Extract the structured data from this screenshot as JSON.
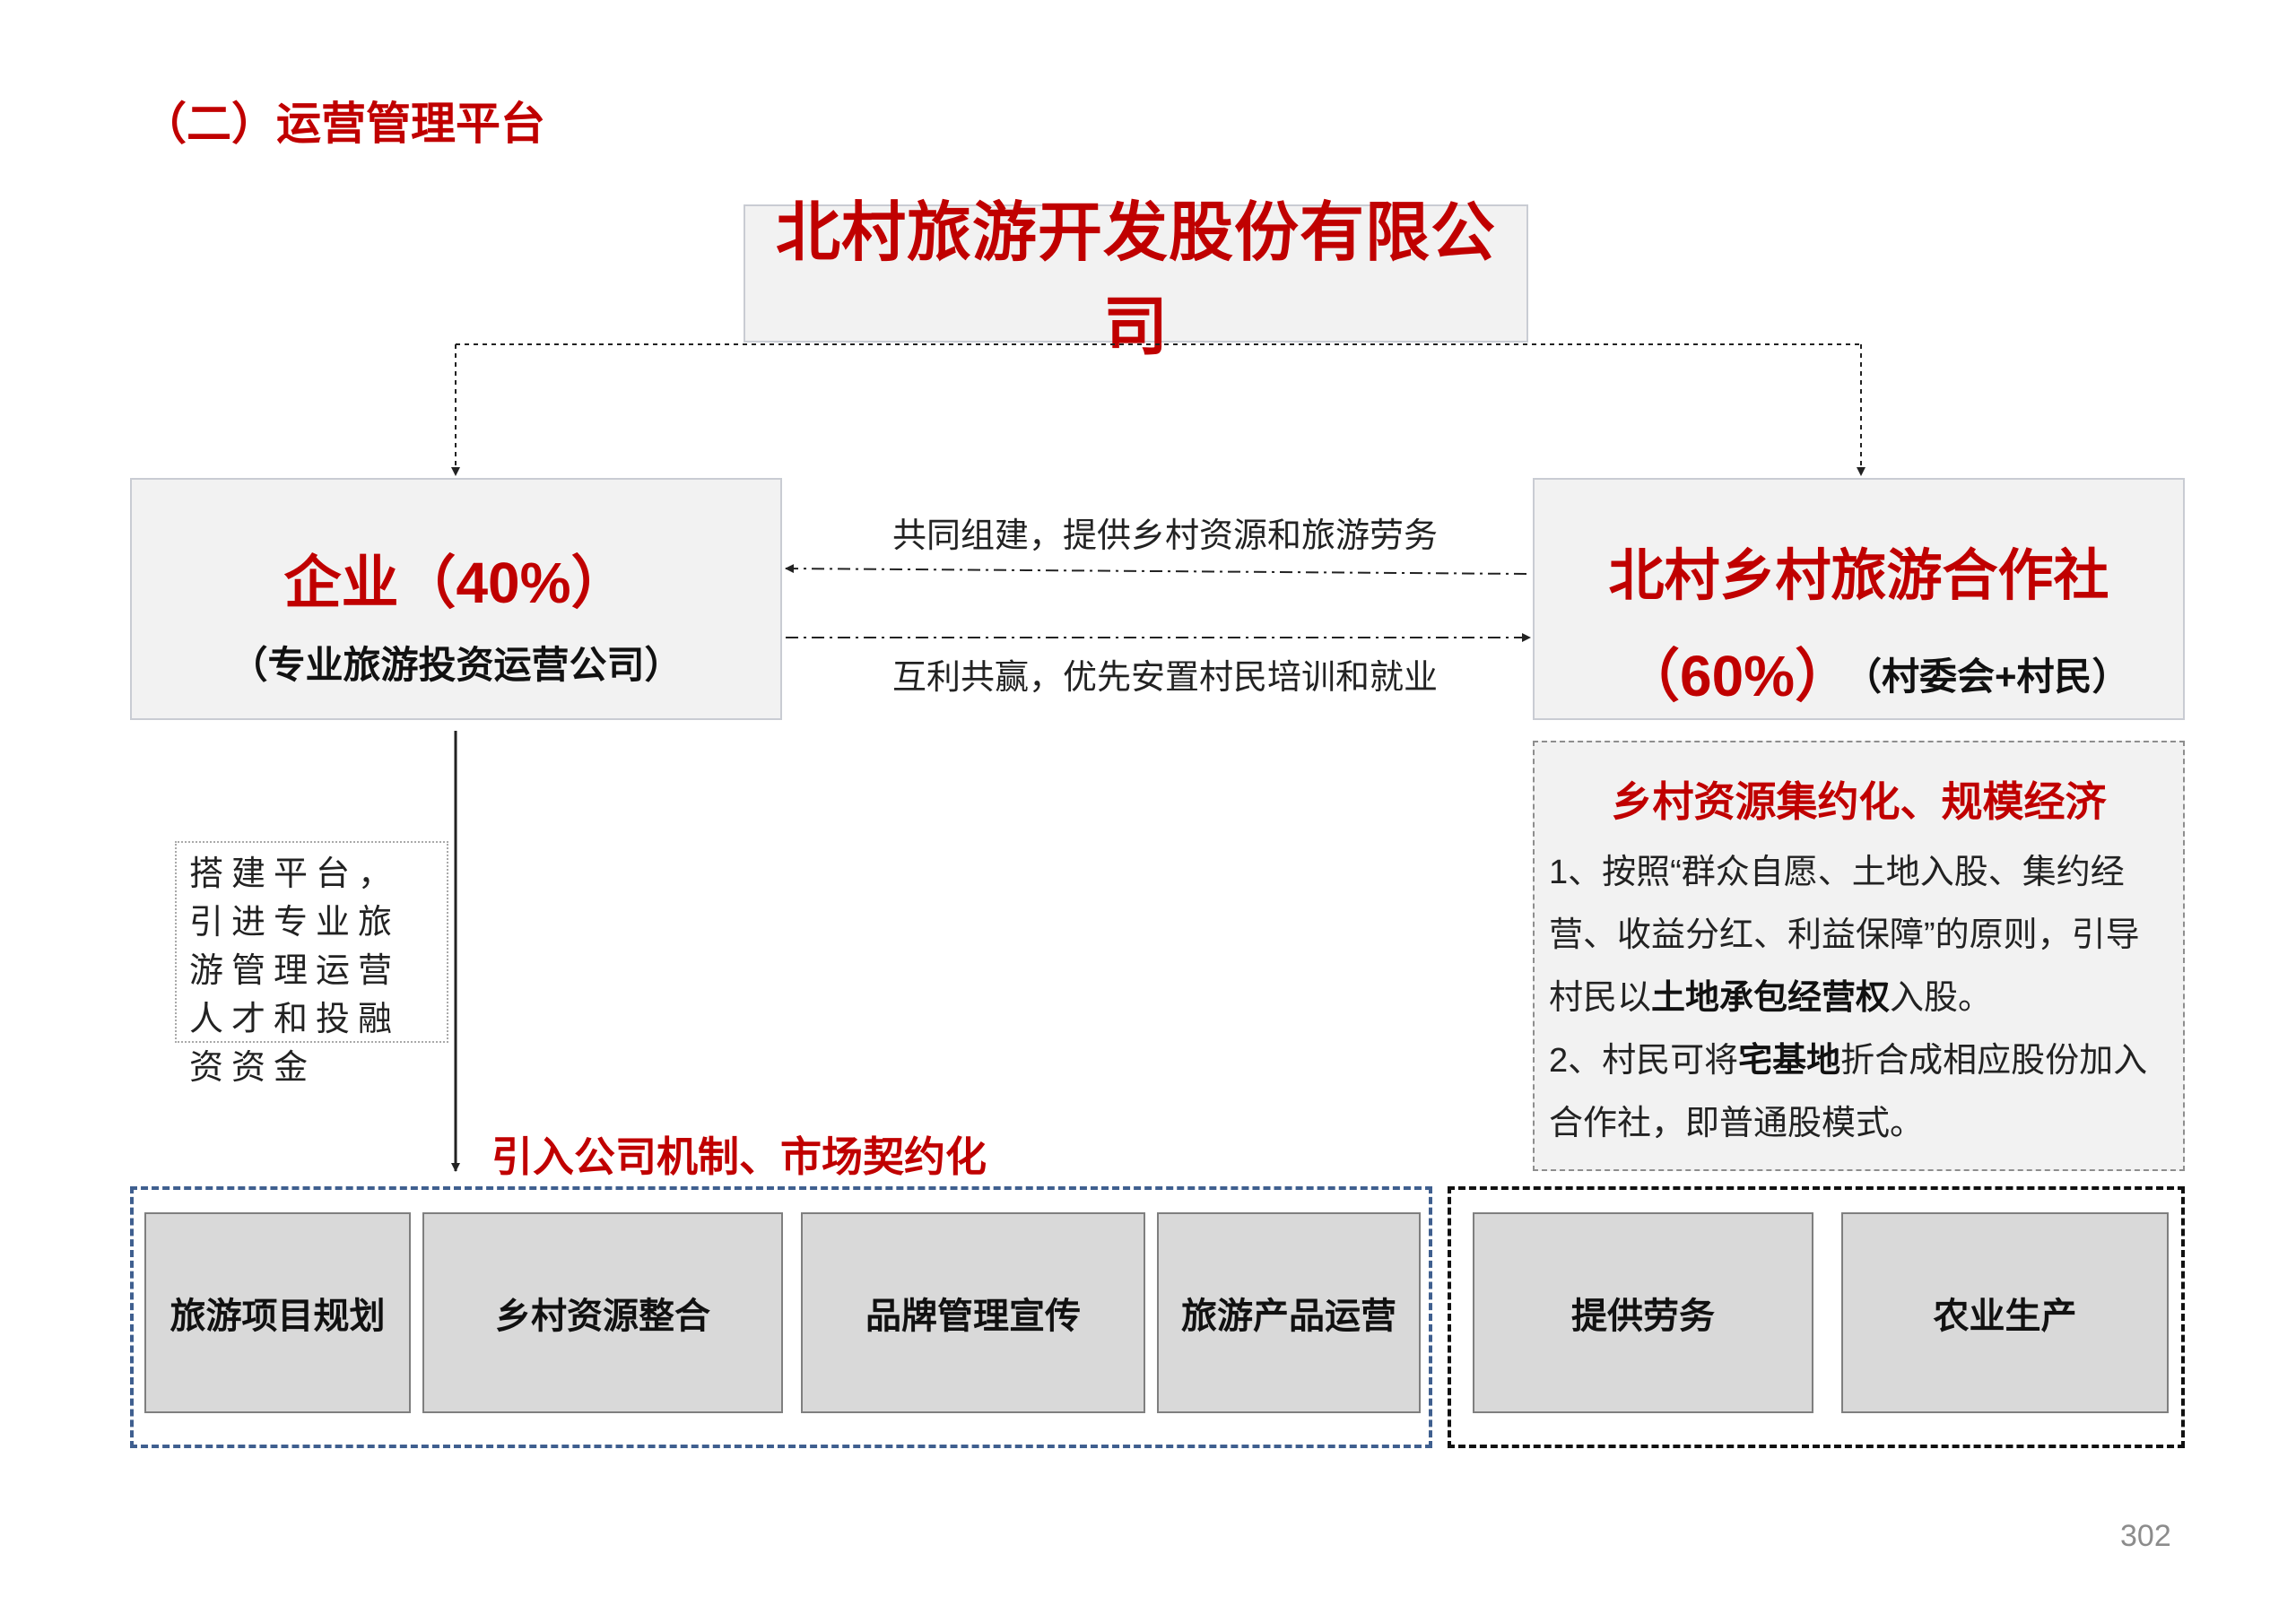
{
  "section_title": "（二）运营管理平台",
  "top_company": {
    "name": "北村旅游开发股份有限公司"
  },
  "left_org": {
    "name": "企业（40%）",
    "subtitle": "（专业旅游投资运营公司）"
  },
  "right_org": {
    "name": "北村乡村旅游合作社",
    "percent": "（60%）",
    "members": "（村委会+村民）"
  },
  "arrow_labels": {
    "to_enterprise": "共同组建，提供乡村资源和旅游劳务",
    "to_coop": "互利共赢，优先安置村民培训和就业"
  },
  "left_note": "搭建平台，引进专业旅游管理运营人才和投融资资金",
  "mechanism_label": "引入公司机制、市场契约化",
  "right_panel": {
    "title": "乡村资源集约化、规模经济",
    "item1_prefix": "1、按照“群众自愿、土地入股、集约经营、收益分红、利益保障”的原则，引导村民以",
    "item1_bold": "土地承包经营权",
    "item1_suffix": "入股。",
    "item2_prefix": "2、村民可将",
    "item2_bold": "宅基地",
    "item2_suffix": "折合成相应股份加入合作社，即普通股模式。"
  },
  "enterprise_functions": [
    "旅游项目规划",
    "乡村资源整合",
    "品牌管理宣传",
    "旅游产品运营"
  ],
  "coop_functions": [
    "提供劳务",
    "农业生产"
  ],
  "page_number": "302",
  "colors": {
    "accent_red": "#c00000",
    "box_fill": "#f2f2f2",
    "function_fill": "#d9d9d9",
    "left_group_border": "#3f5f8f"
  }
}
